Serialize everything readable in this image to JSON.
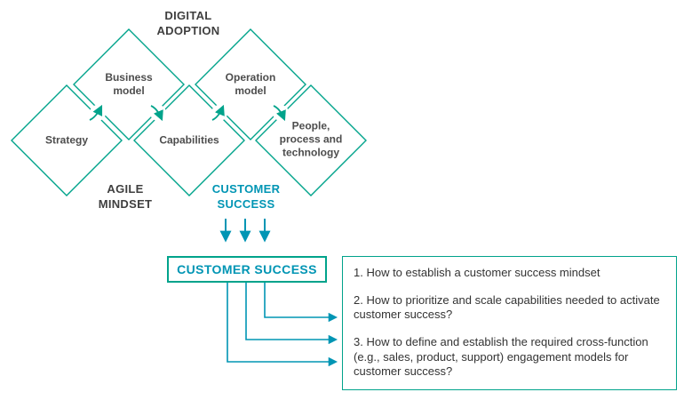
{
  "palette": {
    "teal_green": "#00A38B",
    "teal_blue": "#0095B4",
    "text_dark": "#3F3F3F",
    "text_body": "#333333"
  },
  "diagram": {
    "top_label": "DIGITAL ADOPTION",
    "agile_label": "AGILE MINDSET",
    "customer_label": "CUSTOMER SUCCESS",
    "diamonds": [
      {
        "label": "Strategy"
      },
      {
        "label": "Business model"
      },
      {
        "label": "Capabilities"
      },
      {
        "label": "Operation model"
      },
      {
        "label": "People, process and technology"
      }
    ]
  },
  "flow": {
    "box_label": "CUSTOMER SUCCESS",
    "questions": [
      "1. How to establish a customer success mindset",
      "2. How to prioritize and scale capabilities needed to activate customer success?",
      "3. How to define and establish the required cross-function (e.g., sales, product, support) engagement models for customer success?"
    ]
  }
}
